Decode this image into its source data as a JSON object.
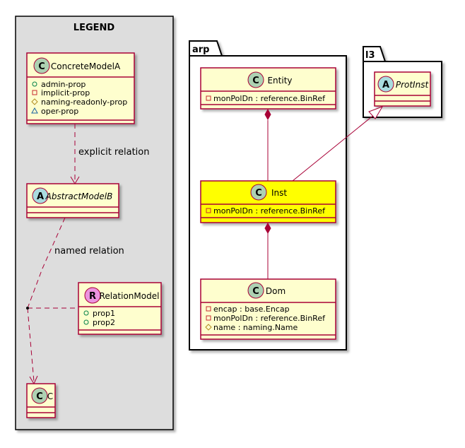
{
  "legend": {
    "title": "LEGEND",
    "concrete": {
      "stereo": "C",
      "name": "ConcreteModelA",
      "members": [
        {
          "vis": "public",
          "text": "admin-prop"
        },
        {
          "vis": "private",
          "text": "implicit-prop"
        },
        {
          "vis": "protected",
          "text": "naming-readonly-prop"
        },
        {
          "vis": "package",
          "text": "oper-prop"
        }
      ]
    },
    "abstract": {
      "stereo": "A",
      "name": "AbstractModelB"
    },
    "relation_model": {
      "stereo": "R",
      "name": "RelationModel",
      "members": [
        {
          "vis": "public",
          "text": "prop1"
        },
        {
          "vis": "public",
          "text": "prop2"
        }
      ]
    },
    "target": {
      "stereo": "C",
      "name": "C"
    },
    "explicit_relation_label": "explicit relation",
    "named_relation_label": "named relation"
  },
  "arp": {
    "name": "arp",
    "entity": {
      "stereo": "C",
      "name": "Entity",
      "members": [
        {
          "vis": "private",
          "text": "monPolDn : reference.BinRef"
        }
      ]
    },
    "inst": {
      "stereo": "C",
      "name": "Inst",
      "members": [
        {
          "vis": "private",
          "text": "monPolDn : reference.BinRef"
        }
      ]
    },
    "dom": {
      "stereo": "C",
      "name": "Dom",
      "members": [
        {
          "vis": "private",
          "text": "encap : base.Encap"
        },
        {
          "vis": "private",
          "text": "monPolDn : reference.BinRef"
        },
        {
          "vis": "protected",
          "text": "name : naming.Name"
        }
      ]
    }
  },
  "l3": {
    "name": "l3",
    "protinst": {
      "stereo": "A",
      "name": "ProtInst"
    }
  },
  "colors": {
    "class_fill": "#FEFECE",
    "class_border": "#A80036",
    "highlight": "#FFFF00",
    "legend_bg": "#DDDDDD",
    "circle_class": "#ADD1B2",
    "circle_abstract": "#A9DCDF",
    "circle_relation": "#EB93DF"
  }
}
